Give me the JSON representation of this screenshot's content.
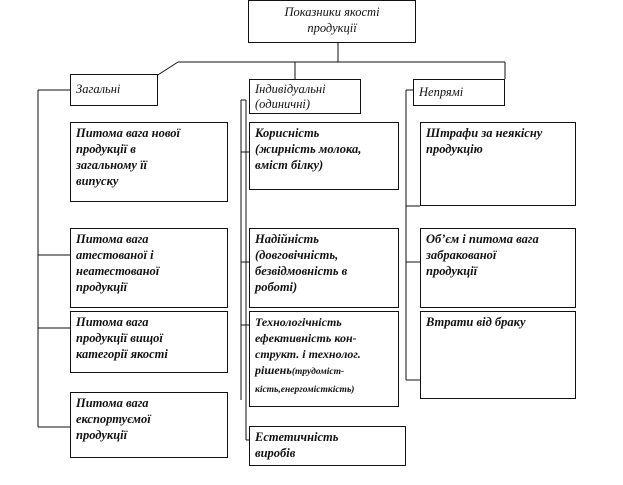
{
  "root": "Показники якості\nпродукції",
  "categories": {
    "general": "Загальні",
    "individual": "Індивідуальні\n(одиничні)",
    "indirect": "Непрямі"
  },
  "general_items": [
    "Питома вага нової\nпродукції в\nзагальному  її\nвипуску",
    "Питома вага\nатестованої і\nнеатестованої\nпродукції",
    "Питома вага\nпродукції вищої\nкатегорії  якості",
    "Питома вага\nекспортуємої\nпродукції"
  ],
  "individual_items": [
    "Корисність\n(жирність молока,\nвміст білку)",
    "Надійність\n(довговічність,\nбезвідмовність в\nроботі)",
    {
      "main": "Технологічність\nефективність кон-\nструкт. і технолог.\nрішень",
      "note": "(трудоміст-\nкість,енергоміст­кість)"
    },
    "Естетичність\nвиробів"
  ],
  "indirect_items": [
    "Штрафи за неякісну\nпродукцію",
    "Об’єм і питома вага\nзабракованої\nпродукції",
    "Втрати від браку"
  ]
}
